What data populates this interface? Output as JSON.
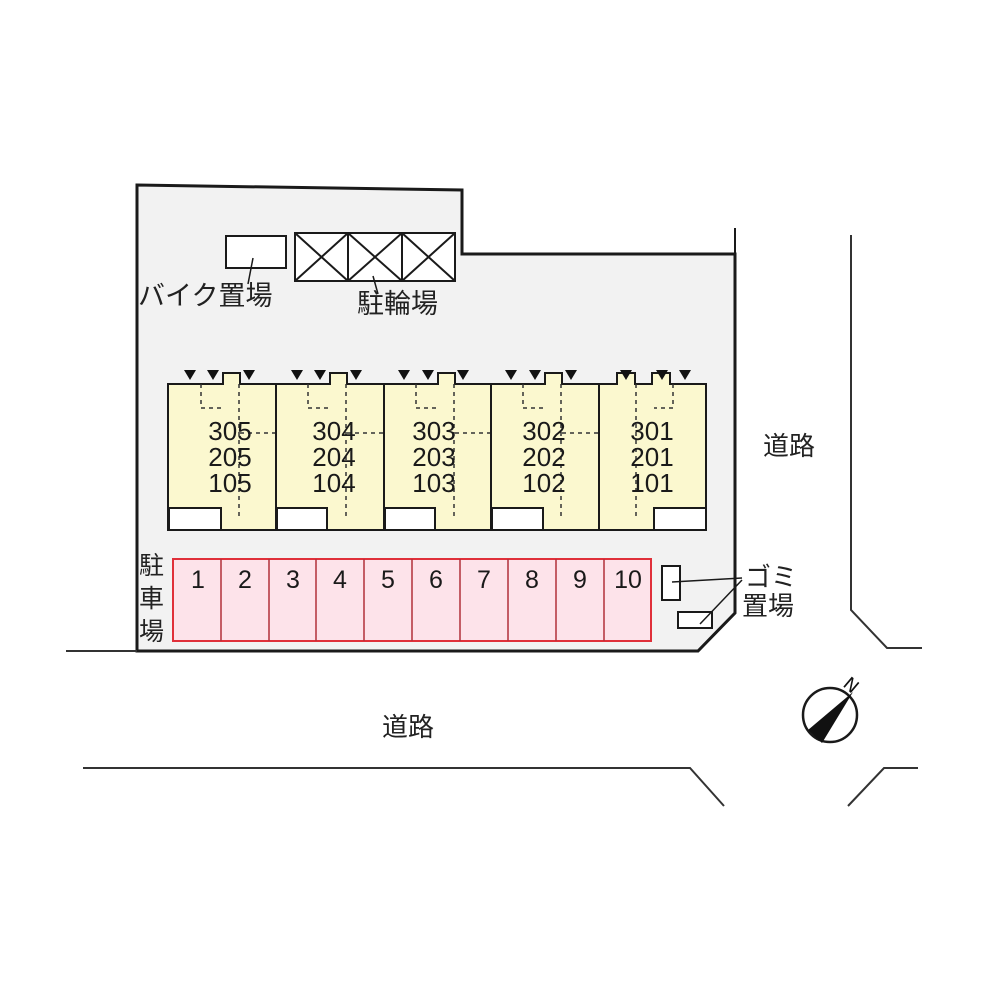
{
  "map": {
    "title": "Site layout plan",
    "colors": {
      "site_fill": "#f2f2f2",
      "building_fill": "#fbf8cf",
      "parking_fill": "#fde3ea",
      "parking_stroke": "#e0303a",
      "line": "#1a1a1a"
    },
    "labels": {
      "bike_parking": "バイク置場",
      "bicycle_parking": "駐輪場",
      "car_parking": [
        "駐",
        "車",
        "場"
      ],
      "garbage_line1": "ゴミ",
      "garbage_line2": "置場",
      "road_east": "道路",
      "road_south": "道路"
    },
    "compass": {
      "label": "N",
      "icon": "north-arrow-icon"
    },
    "units": [
      {
        "floor3": "305",
        "floor2": "205",
        "floor1": "105"
      },
      {
        "floor3": "304",
        "floor2": "204",
        "floor1": "104"
      },
      {
        "floor3": "303",
        "floor2": "203",
        "floor1": "103"
      },
      {
        "floor3": "302",
        "floor2": "202",
        "floor1": "102"
      },
      {
        "floor3": "301",
        "floor2": "201",
        "floor1": "101"
      }
    ],
    "parking_spaces": [
      "1",
      "2",
      "3",
      "4",
      "5",
      "6",
      "7",
      "8",
      "9",
      "10"
    ]
  }
}
